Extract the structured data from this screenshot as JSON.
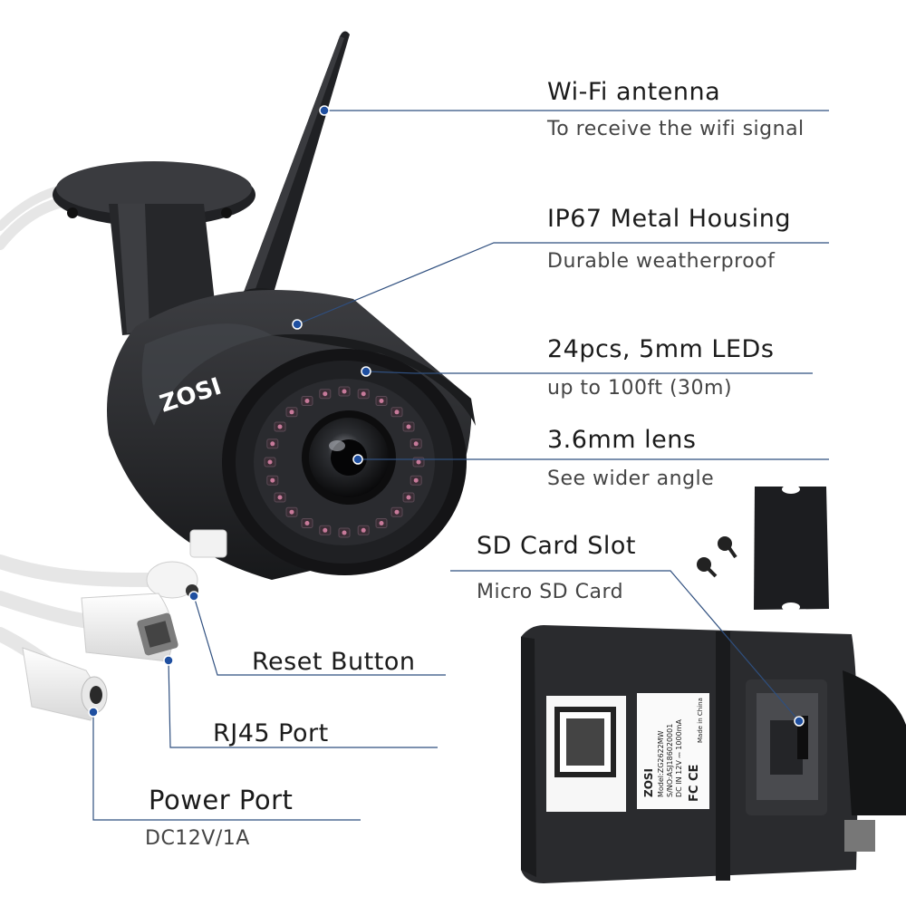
{
  "brand": "ZOSI",
  "callouts": {
    "wifi": {
      "title": "Wi-Fi antenna",
      "sub": "To receive the wifi signal"
    },
    "housing": {
      "title": "IP67 Metal Housing",
      "sub": "Durable weatherproof"
    },
    "leds": {
      "title": "24pcs, 5mm LEDs",
      "sub": "up to 100ft (30m)"
    },
    "lens": {
      "title": "3.6mm lens",
      "sub": "See wider angle"
    },
    "sd": {
      "title": "SD Card Slot",
      "sub": "Micro SD Card"
    },
    "reset": {
      "title": "Reset Button"
    },
    "rj45": {
      "title": "RJ45 Port"
    },
    "power": {
      "title": "Power Port",
      "sub": "DC12V/1A"
    }
  },
  "sticker": {
    "brand": "ZOSI",
    "model": "Model:ZG2622MW",
    "serial": "S/NO:ASJ186020001",
    "power": "DC IN 12V ⎓ 1000mA",
    "origin": "Made in China",
    "marks": "FC CE"
  },
  "colors": {
    "leader_line": "#2f4f7f",
    "dot": "#1f4fa0",
    "camera_body": "#2a2b2e"
  }
}
